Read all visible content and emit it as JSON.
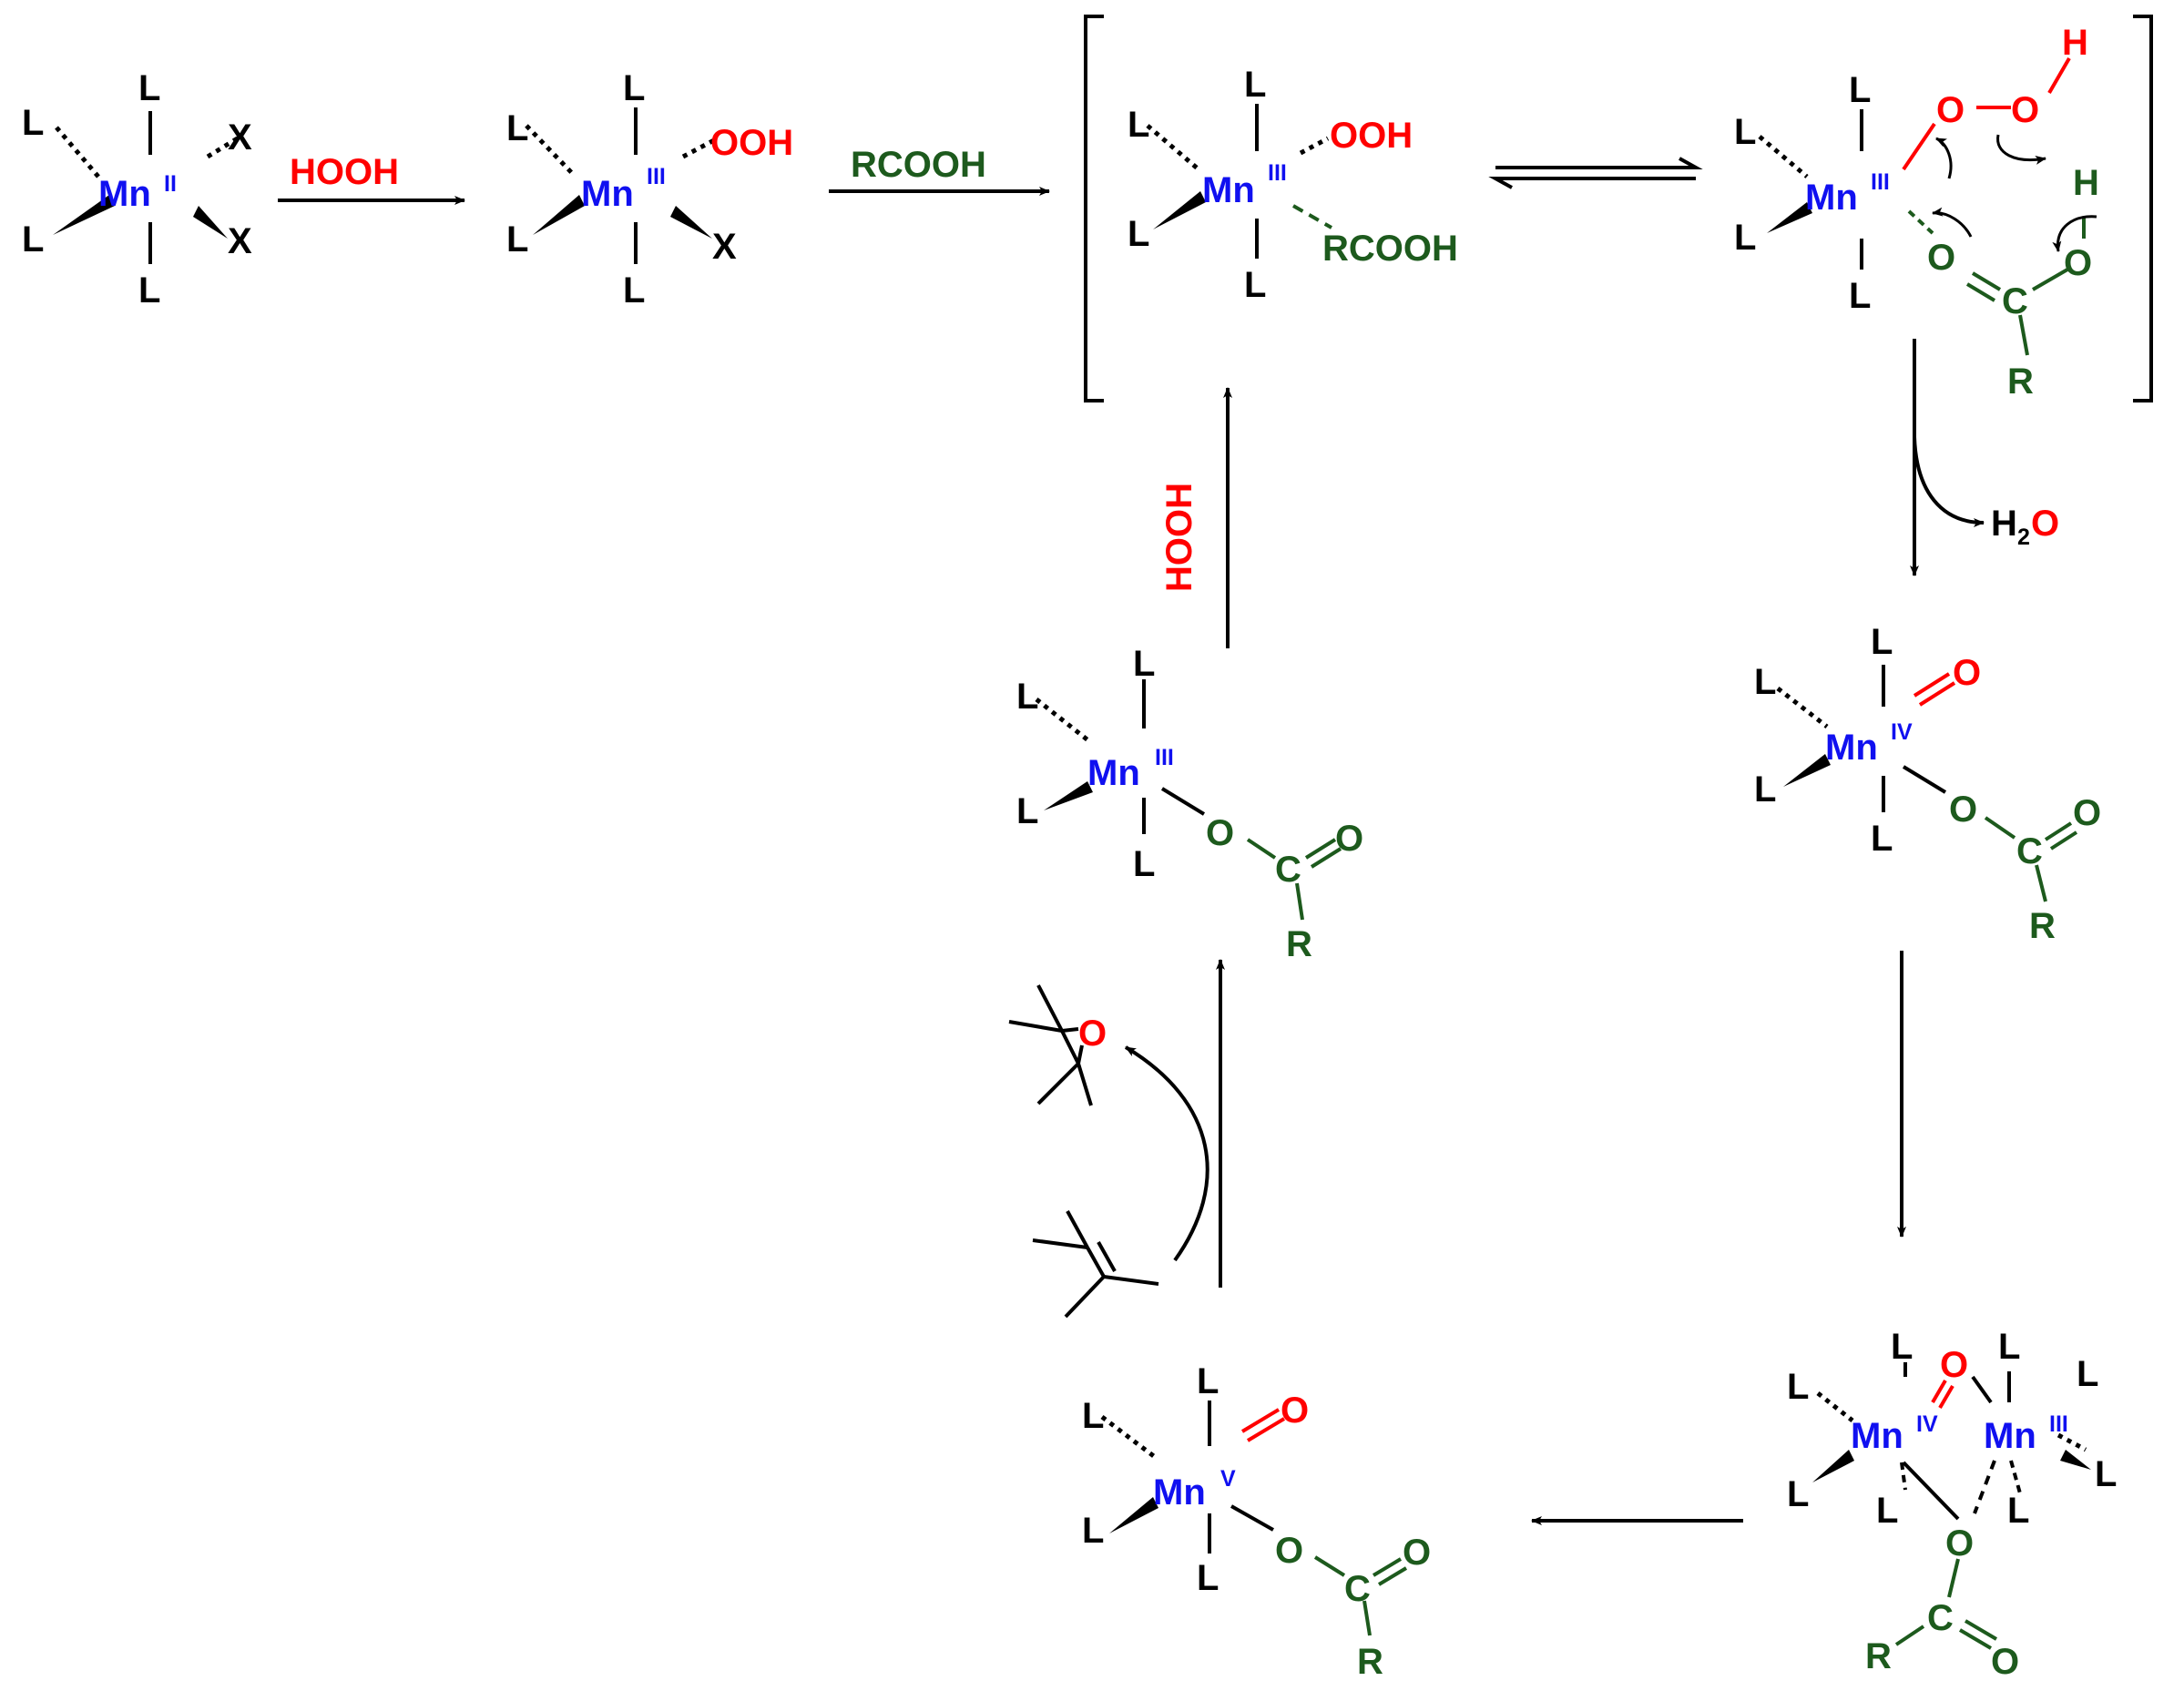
{
  "colors": {
    "metal": "#1010f0",
    "oxygen": "#ff0000",
    "carboxylate": "#1d5a1d",
    "ligand": "#000000"
  },
  "labels": {
    "ligand": "L",
    "halide": "X",
    "metal": "Mn",
    "ox_II": "II",
    "ox_III": "III",
    "ox_IV": "IV",
    "ox_V": "V",
    "hydroperoxo": "OOH",
    "oxygen": "O",
    "hydrogen": "H",
    "carbon": "C",
    "r_group": "R",
    "rcooh_ligand": "RCOOH",
    "water_h": "H",
    "water_sub": "2",
    "water_o": "O"
  },
  "reagents": {
    "step1": "HOOH",
    "step2": "RCOOH",
    "regen": "HOOH"
  }
}
